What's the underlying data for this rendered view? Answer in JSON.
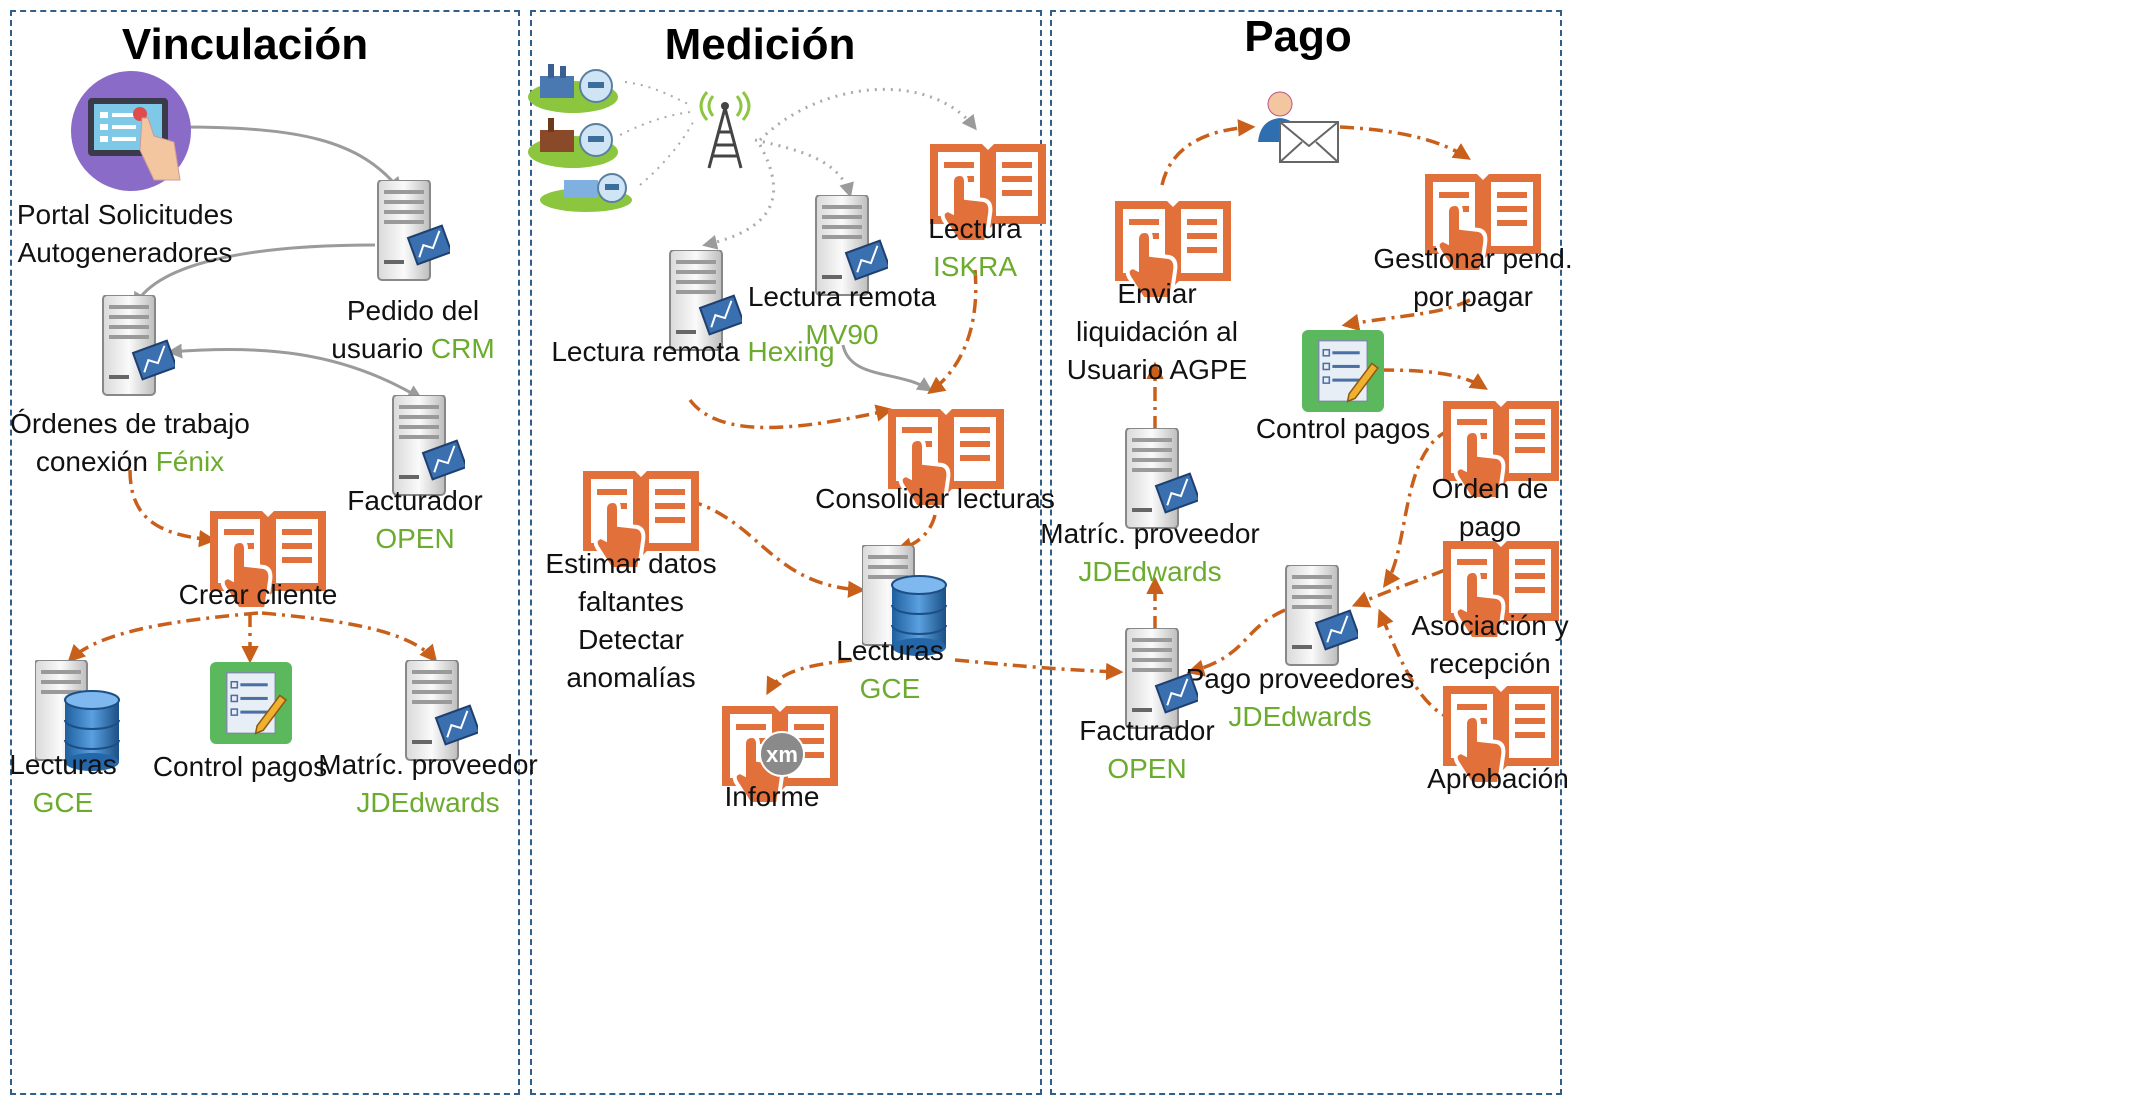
{
  "colors": {
    "border": "#2f5f8a",
    "green_text": "#6bab2e",
    "orange": "#d2691e",
    "gray": "#9b9b9b"
  },
  "panels": {
    "vinculacion": {
      "title": "Vinculación",
      "portal": {
        "line1": "Portal Solicitudes",
        "line2": "Autogeneradores"
      },
      "pedido": {
        "line1": "Pedido del",
        "line2": "usuario",
        "system": "CRM"
      },
      "ordenes": {
        "line1": "Órdenes de trabajo",
        "line2": "conexión",
        "system": "Fénix"
      },
      "facturador": {
        "line1": "Facturador",
        "system": "OPEN"
      },
      "crear": {
        "label": "Crear cliente"
      },
      "lecturas": {
        "label": "Lecturas",
        "system": "GCE"
      },
      "control": {
        "label": "Control pagos"
      },
      "matric": {
        "label": "Matríc. proveedor",
        "system": "JDEdwards"
      }
    },
    "medicion": {
      "title": "Medición",
      "remota_hexing": {
        "label": "Lectura remota",
        "system": "Hexing"
      },
      "remota_mv90": {
        "label": "Lectura remota",
        "system": "MV90"
      },
      "lectura_iskra": {
        "label": "Lectura",
        "system": "ISKRA"
      },
      "consolidar": {
        "label": "Consolidar lecturas"
      },
      "estimar": {
        "line1": "Estimar datos",
        "line2": "faltantes",
        "line3": "Detectar",
        "line4": "anomalías"
      },
      "lecturas": {
        "label": "Lecturas",
        "system": "GCE"
      },
      "informe": {
        "label": "Informe",
        "badge": "xm"
      }
    },
    "pago": {
      "title": "Pago",
      "enviar": {
        "line1": "Enviar",
        "line2": "liquidación al",
        "line3": "Usuario AGPE"
      },
      "gestionar": {
        "line1": "Gestionar pend.",
        "line2": "por pagar"
      },
      "control": {
        "label": "Control pagos"
      },
      "orden": {
        "line1": "Orden de",
        "line2": "pago"
      },
      "matric": {
        "label": "Matríc. proveedor",
        "system": "JDEdwards"
      },
      "asociacion": {
        "line1": "Asociación y",
        "line2": "recepción"
      },
      "pago_prov": {
        "label": "Pago proveedores",
        "system": "JDEdwards"
      },
      "facturador": {
        "label": "Facturador",
        "system": "OPEN"
      },
      "aprobacion": {
        "label": "Aprobación"
      }
    }
  },
  "icons": [
    "tablet-touch-icon",
    "server-icon",
    "database-server-icon",
    "manual-book-icon",
    "checklist-icon",
    "antenna-icon",
    "factory-meter-icon",
    "mail-user-icon",
    "xm-badge-icon"
  ]
}
